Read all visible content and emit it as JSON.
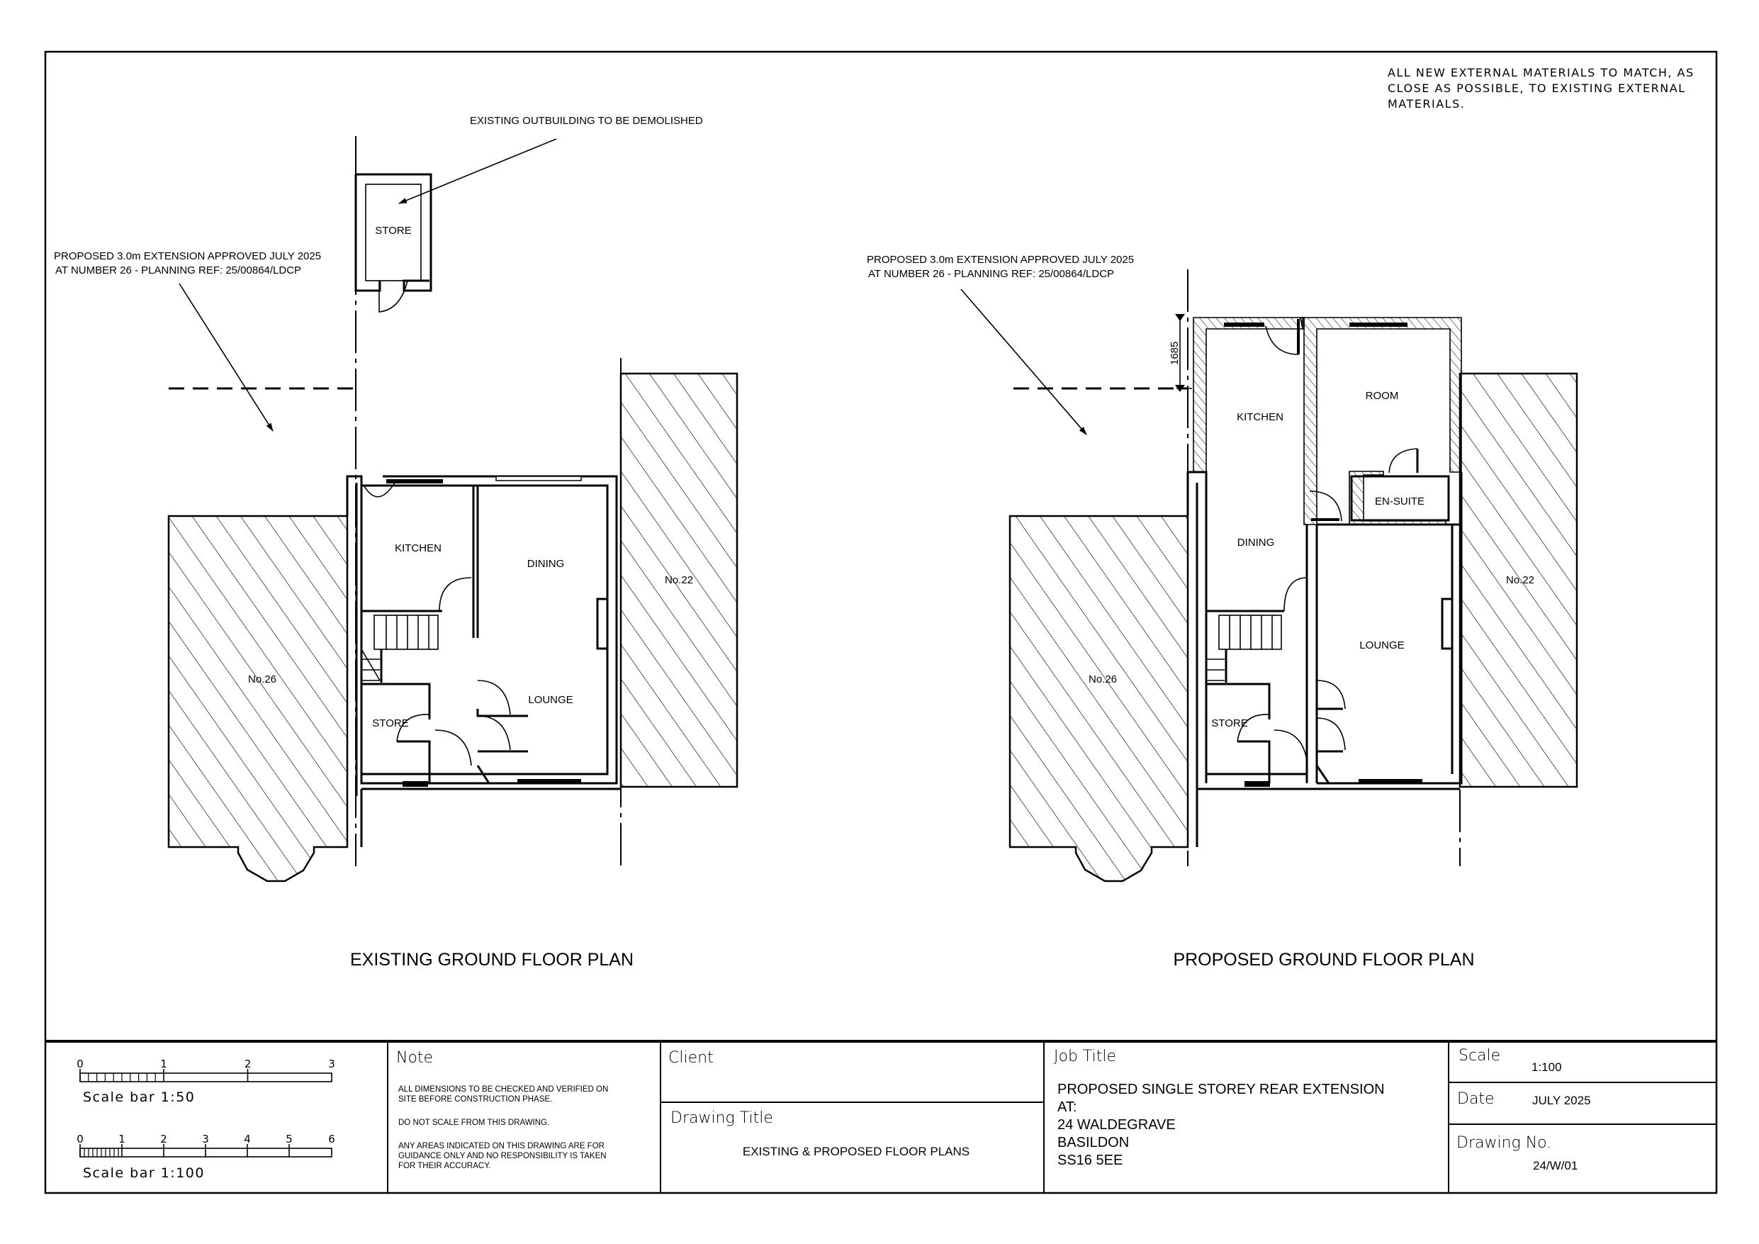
{
  "general_note": [
    "ALL NEW EXTERNAL MATERIALS TO MATCH, AS",
    "CLOSE AS POSSIBLE, TO EXISTING EXTERNAL",
    "MATERIALS."
  ],
  "existing_plan": {
    "title": "EXISTING GROUND FLOOR PLAN",
    "outbuilding_note": "EXISTING OUTBUILDING TO BE DEMOLISHED",
    "neighbour_note": [
      "PROPOSED 3.0m EXTENSION APPROVED JULY 2025",
      "AT NUMBER 26 - PLANNING REF: 25/00864/LDCP"
    ],
    "rooms": {
      "outbuilding_store": "STORE",
      "kitchen": "KITCHEN",
      "dining": "DINING",
      "lounge": "LOUNGE",
      "store": "STORE"
    },
    "neighbours": {
      "left": "No.26",
      "right": "No.22"
    }
  },
  "proposed_plan": {
    "title": "PROPOSED GROUND FLOOR PLAN",
    "neighbour_note": [
      "PROPOSED 3.0m EXTENSION APPROVED JULY 2025",
      "AT NUMBER 26 - PLANNING REF: 25/00864/LDCP"
    ],
    "dimension": "1685",
    "rooms": {
      "kitchen": "KITCHEN",
      "room": "ROOM",
      "en_suite": "EN-SUITE",
      "dining": "DINING",
      "lounge": "LOUNGE",
      "store": "STORE"
    },
    "neighbours": {
      "left": "No.26",
      "right": "No.22"
    }
  },
  "title_block": {
    "scale_bars": [
      {
        "ticks": [
          "0",
          "1",
          "2",
          "3"
        ],
        "label": "Scale bar 1:50"
      },
      {
        "ticks": [
          "0",
          "1",
          "2",
          "3",
          "4",
          "5",
          "6"
        ],
        "label": "Scale bar 1:100"
      }
    ],
    "note": {
      "heading": "Note",
      "lines": [
        "ALL DIMENSIONS TO BE CHECKED AND VERIFIED ON",
        "SITE BEFORE CONSTRUCTION PHASE.",
        "DO NOT SCALE FROM THIS DRAWING.",
        "ANY AREAS INDICATED ON THIS DRAWING ARE FOR",
        "GUIDANCE ONLY AND NO RESPONSIBILITY IS TAKEN",
        "FOR THEIR ACCURACY."
      ]
    },
    "client": {
      "heading": "Client",
      "value": ""
    },
    "drawing_title": {
      "heading": "Drawing Title",
      "value": "EXISTING & PROPOSED FLOOR PLANS"
    },
    "job_title": {
      "heading": "Job Title",
      "lines": [
        "PROPOSED SINGLE STOREY REAR EXTENSION",
        "AT:",
        "24 WALDEGRAVE",
        "BASILDON",
        "SS16 5EE"
      ]
    },
    "scale": {
      "heading": "Scale",
      "value": "1:100"
    },
    "date": {
      "heading": "Date",
      "value": "JULY 2025"
    },
    "drawing_no": {
      "heading": "Drawing No.",
      "value": "24/W/01"
    }
  }
}
